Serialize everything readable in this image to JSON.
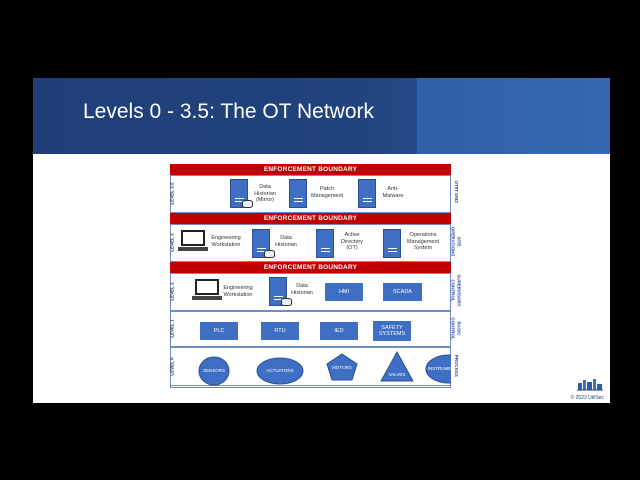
{
  "slide": {
    "title": "Levels 0 - 3.5: The OT Network",
    "copyright": "© 2023 UtilSec"
  },
  "diagram": {
    "boundary_label": "ENFORCEMENT BOUNDARY",
    "levels": {
      "l35": "LEVEL 3.5",
      "l3": "LEVEL 3",
      "l2": "LEVEL 2",
      "l1": "LEVEL 1",
      "l0": "LEVEL 0"
    },
    "zones": {
      "z35": "OT/IT DMZ",
      "z3a": "SITE",
      "z3b": "OPERATIONS",
      "z2a": "SUPERVISORY",
      "z2b": "CONTROL",
      "z1a": "BASIC",
      "z1b": "CONTROL",
      "z0": "PROCESS"
    },
    "level35": {
      "historian_a": "Data",
      "historian_b": "Historian",
      "historian_c": "(Mirror)",
      "patch_a": "Patch",
      "patch_b": "Management",
      "anti_a": "Anti-",
      "anti_b": "Malware"
    },
    "level3": {
      "ews_a": "Engineering",
      "ews_b": "Workstation",
      "hist_a": "Data",
      "hist_b": "Historian",
      "ad_a": "Active",
      "ad_b": "Directory",
      "ad_c": "(OT)",
      "oms_a": "Operations",
      "oms_b": "Management",
      "oms_c": "System"
    },
    "level2": {
      "ews_a": "Engineering",
      "ews_b": "Workstation",
      "hist_a": "Data",
      "hist_b": "Historian",
      "hmi": "HMI",
      "scada": "SCADA"
    },
    "level1": {
      "plc": "PLC",
      "rtu": "RTU",
      "ied": "IED",
      "safety_a": "SAFETY",
      "safety_b": "SYSTEMS"
    },
    "level0": {
      "sensors": "SENSORS",
      "actuators": "ACTUATORS",
      "motors": "MOTORS",
      "valves": "VALVES",
      "instrumentation": "INSTRUMENTATION"
    }
  },
  "colors": {
    "banner": "#1f3f78",
    "boundary": "#c00000",
    "device_blue": "#3f6fc4"
  }
}
